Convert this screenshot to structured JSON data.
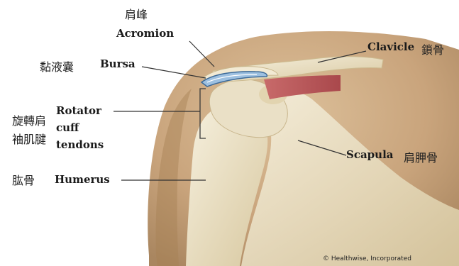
{
  "labels": {
    "acromion": {
      "en": "Acromion",
      "zh": "肩峰"
    },
    "bursa": {
      "en": "Bursa",
      "zh": "黏液囊"
    },
    "clavicle": {
      "en": "Clavicle",
      "zh": "鎖骨"
    },
    "rotator_cuff": {
      "en_line1": "Rotator",
      "en_line2": "cuff",
      "en_line3": "tendons",
      "zh_line1": "旋轉肩",
      "zh_line2": "袖肌腱"
    },
    "scapula": {
      "en": "Scapula",
      "zh": "肩胛骨"
    },
    "humerus": {
      "en": "Humerus",
      "zh": "肱骨"
    }
  },
  "credit": "© Healthwise, Incorporated",
  "colors": {
    "skin": "#c8a37a",
    "skin_shadow": "#9c7a55",
    "bone": "#efe6cf",
    "bone_shade": "#d9cba6",
    "muscle": "#b7585a",
    "bursa": "#8fb6d8",
    "leader": "#333333"
  }
}
